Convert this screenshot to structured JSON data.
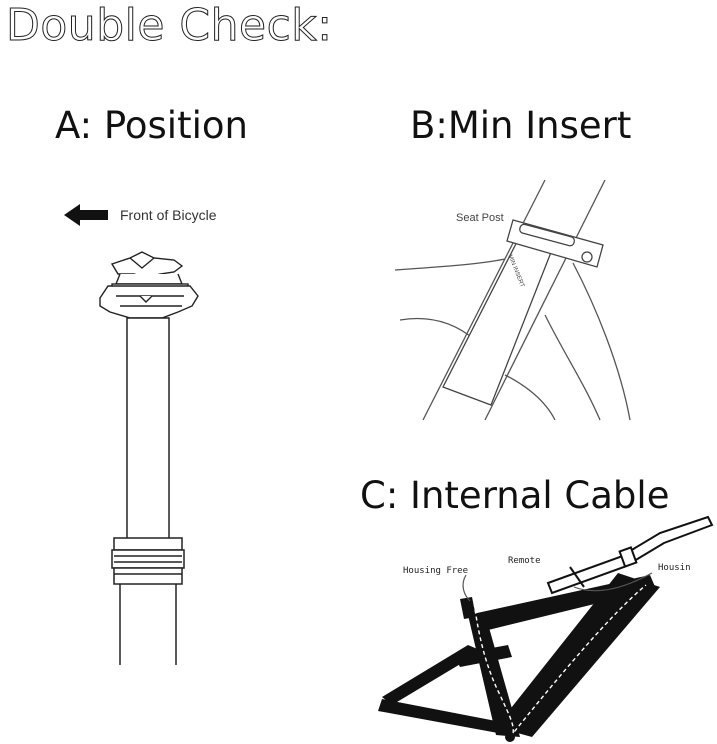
{
  "title": "Double Check:",
  "sections": {
    "a": {
      "heading": "A: Position",
      "front_label": "Front of Bicycle",
      "arrow_icon": "arrow-left-icon"
    },
    "b": {
      "heading": "B:Min Insert",
      "seat_post_label": "Seat Post",
      "min_insert_label": "MIN INSERT"
    },
    "c": {
      "heading": "C: Internal Cable",
      "housing_free_label": "Housing Free",
      "remote_label": "Remote",
      "housing_label": "Housin"
    }
  }
}
